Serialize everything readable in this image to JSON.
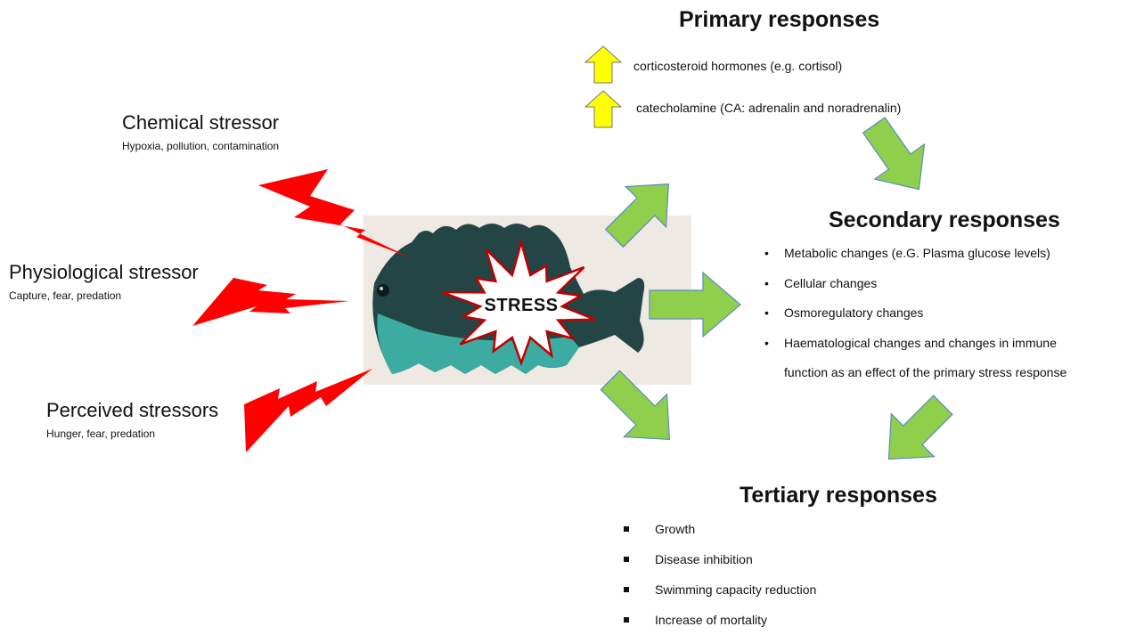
{
  "colors": {
    "lightning": "#ff0000",
    "green_arrow": "#8fcf4c",
    "green_arrow_stroke": "#5b8ac2",
    "yellow_arrow": "#ffff00",
    "burst_fill": "#ffffff",
    "burst_stroke": "#c00000",
    "fish_body": "#244545",
    "fish_belly": "#3fb7ad",
    "photo_bg": "#efe9e3"
  },
  "center": {
    "label": "STRESS",
    "image": "fish-photo"
  },
  "stressors": [
    {
      "title": "Chemical stressor",
      "subtitle": "Hypoxia, pollution,  contamination"
    },
    {
      "title": "Physiological stressor",
      "subtitle": "Capture, fear, predation"
    },
    {
      "title": "Perceived stressors",
      "subtitle": "Hunger, fear, predation"
    }
  ],
  "primary": {
    "title": "Primary responses",
    "items": [
      "corticosteroid hormones (e.g. cortisol)",
      "catecholamine (CA: adrenalin and noradrenalin)"
    ]
  },
  "secondary": {
    "title": "Secondary responses",
    "items": [
      "Metabolic changes (e.G. Plasma glucose levels)",
      "Cellular changes",
      "Osmoregulatory changes",
      "Haematological changes and changes in immune",
      "function as an effect of  the primary stress response"
    ]
  },
  "tertiary": {
    "title": "Tertiary responses",
    "items": [
      "Growth",
      "Disease inhibition",
      "Swimming capacity reduction",
      "Increase of mortality"
    ]
  }
}
